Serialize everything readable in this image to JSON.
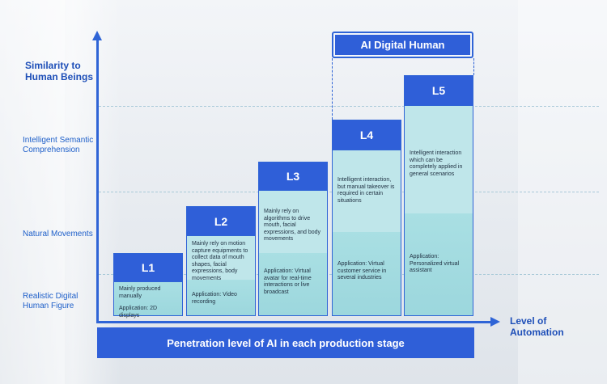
{
  "y_axis": {
    "title": "Similarity to Human Beings",
    "levels": [
      "Intelligent Semantic Comprehension",
      "Natural Movements",
      "Realistic Digital Human Figure"
    ]
  },
  "x_axis": {
    "title": "Level of Automation"
  },
  "banner": "Penetration level of AI in each production stage",
  "ai_digital_human": "AI Digital Human",
  "levels": [
    {
      "name": "L1",
      "description": "Mainly produced manually",
      "application": "Application: 2D displays"
    },
    {
      "name": "L2",
      "description": "Mainly rely on motion capture equipments to collect data of  mouth shapes, facial expressions, body movements",
      "application": "Application: Video recording"
    },
    {
      "name": "L3",
      "description": "Mainly rely on algorithms to drive mouth, facial expressions, and body movements",
      "application": "Application: Virtual avatar for real-time interactions or live broadcast"
    },
    {
      "name": "L4",
      "description": "Intelligent interaction, but manual takeover is required in certain situations",
      "application": "Application: Virtual customer service in several industries"
    },
    {
      "name": "L5",
      "description": "Intelligent interaction which can be completely applied in general scenarios",
      "application": "Application: Personalized virtual assistant"
    }
  ],
  "colors": {
    "accent": "#2f5fd8",
    "fill": "#bfe6ea",
    "axis": "#2f64d6"
  }
}
